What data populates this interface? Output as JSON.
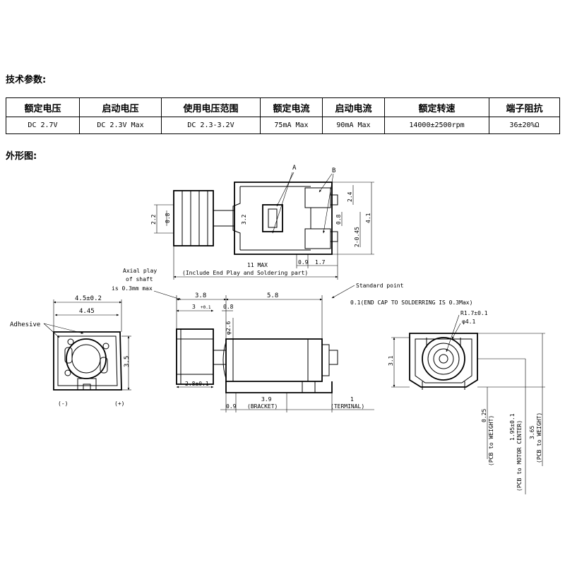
{
  "headings": {
    "spec": "技术参数:",
    "outline": "外形图:"
  },
  "spec_table": {
    "headers": [
      "额定电压",
      "启动电压",
      "使用电压范围",
      "额定电流",
      "启动电流",
      "额定转速",
      "端子阻抗"
    ],
    "values": [
      "DC 2.7V",
      "DC 2.3V Max",
      "DC 2.3-3.2V",
      "75mA Max",
      "90mA Max",
      "14000±2500rpm",
      "36±20%Ω"
    ]
  },
  "drawing": {
    "top_view": {
      "label_a": "A",
      "label_b": "B",
      "dim_22": "2.2",
      "dim_08_left": "0.8",
      "dim_32": "3.2",
      "dim_24": "2.4",
      "dim_08_right": "0.8",
      "dim_2_045": "2-0.45",
      "dim_41": "4.1",
      "dim_09": "0.9",
      "dim_17": "1.7",
      "dim_11max": "11 MAX",
      "dim_11max_note": "(Include End Play and Soldering part)"
    },
    "side_view": {
      "axial_note_1": "Axial play",
      "axial_note_2": "of shaft",
      "axial_note_3": "is 0.3mm max",
      "standard_point": "Standard point",
      "end_cap_note": "0.1(END CAP TO SOLDERRING IS 0.3Max)",
      "dim_38": "3.8",
      "dim_58": "5.8",
      "dim_3": "3",
      "dim_01": "+0.1",
      "dim_08": "0.8",
      "dim_26": "φ2.6",
      "dim_28": "2.8±0.1",
      "dim_09": "0.9",
      "dim_39": "3.9",
      "dim_bracket": "(BRACKET)",
      "dim_1": "1",
      "dim_terminal": "(TERMINAL)"
    },
    "front_view": {
      "dim_45": "4.5±0.2",
      "dim_445": "4.45",
      "dim_35": "3.5",
      "adhesive": "Adhesive",
      "minus": "(-)",
      "plus": "(+)"
    },
    "end_view": {
      "dim_r17": "R1.7±0.1",
      "dim_phi41": "φ4.1",
      "dim_31": "3.1",
      "dim_025": "0.25",
      "dim_025_note": "(PCB to WEIGHT)",
      "dim_195": "1.95±0.1",
      "dim_195_note": "(PCB to MOTOR CENTER)",
      "dim_365": "3.65",
      "dim_365_note": "(PCB to WEIGHT)"
    }
  }
}
